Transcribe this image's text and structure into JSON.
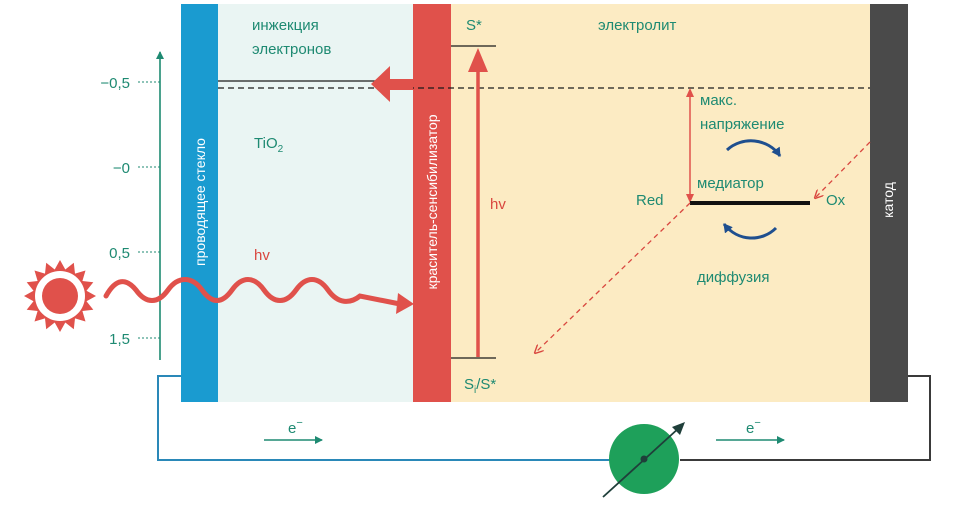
{
  "labels": {
    "electron_injection_line1": "инжекция",
    "electron_injection_line2": "электронов",
    "tio2_base": "TiO",
    "tio2_sub": "2",
    "electrolyte": "электролит",
    "s_star_top": "S*",
    "s_bottom_main": "S",
    "s_bottom_sub": "i",
    "s_bottom_tail": "/S*",
    "hv_left": "hv",
    "hv_dye": "hv",
    "conducting_glass": "проводящее стекло",
    "dye_sensitizer": "краситель-сенсибилизатор",
    "cathode": "катод",
    "max_voltage_line1": "макс.",
    "max_voltage_line2": "напряжение",
    "mediator": "медиатор",
    "red": "Red",
    "ox": "Ox",
    "diffusion": "диффузия",
    "electron_left": "e",
    "electron_left_sup": "−",
    "electron_right": "e",
    "electron_right_sup": "−"
  },
  "axis_ticks": [
    "−0,5",
    "−0",
    "0,5",
    "1,5"
  ],
  "colors": {
    "glass_blue": "#1a9bd0",
    "dye_red": "#e0514b",
    "tio2_bg": "#eaf5f3",
    "electrolyte_bg": "#fcebc3",
    "cathode_gray": "#4a4a4a",
    "teal_text": "#1e8a72",
    "red_text": "#d9473f",
    "navy_arrow": "#1f4f8f",
    "load_green": "#1ea05a",
    "circuit_dark": "#3a3a3a",
    "circuit_blue": "#2a88b8"
  },
  "icons": [
    "sun-icon",
    "wave-arrow-icon",
    "load-meter-icon",
    "rotation-arrow-icon"
  ]
}
